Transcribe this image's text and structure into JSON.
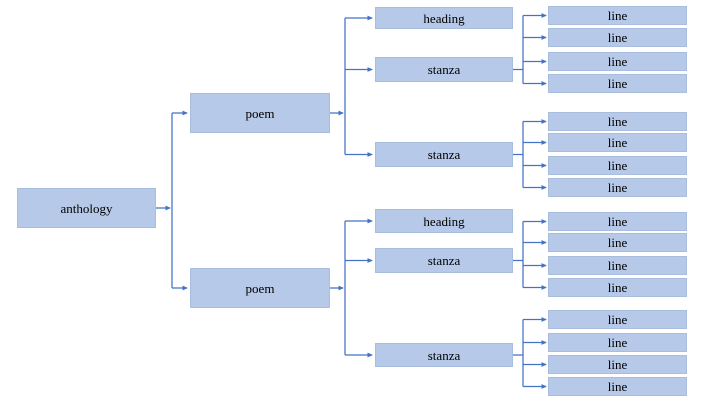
{
  "tree": {
    "root": {
      "type": "anthology",
      "label": "anthology"
    },
    "poems": [
      {
        "label": "poem",
        "children": [
          {
            "type": "heading",
            "label": "heading"
          },
          {
            "type": "stanza",
            "label": "stanza",
            "lines": [
              "line",
              "line",
              "line",
              "line"
            ]
          },
          {
            "type": "stanza",
            "label": "stanza",
            "lines": [
              "line",
              "line",
              "line",
              "line"
            ]
          }
        ]
      },
      {
        "label": "poem",
        "children": [
          {
            "type": "heading",
            "label": "heading"
          },
          {
            "type": "stanza",
            "label": "stanza",
            "lines": [
              "line",
              "line",
              "line",
              "line"
            ]
          },
          {
            "type": "stanza",
            "label": "stanza",
            "lines": [
              "line",
              "line",
              "line",
              "line"
            ]
          }
        ]
      }
    ]
  },
  "colors": {
    "node_fill": "#b7c9e8",
    "node_border": "#a9bedf",
    "connector": "#4472c4",
    "text": "#000000",
    "background": "#ffffff"
  }
}
